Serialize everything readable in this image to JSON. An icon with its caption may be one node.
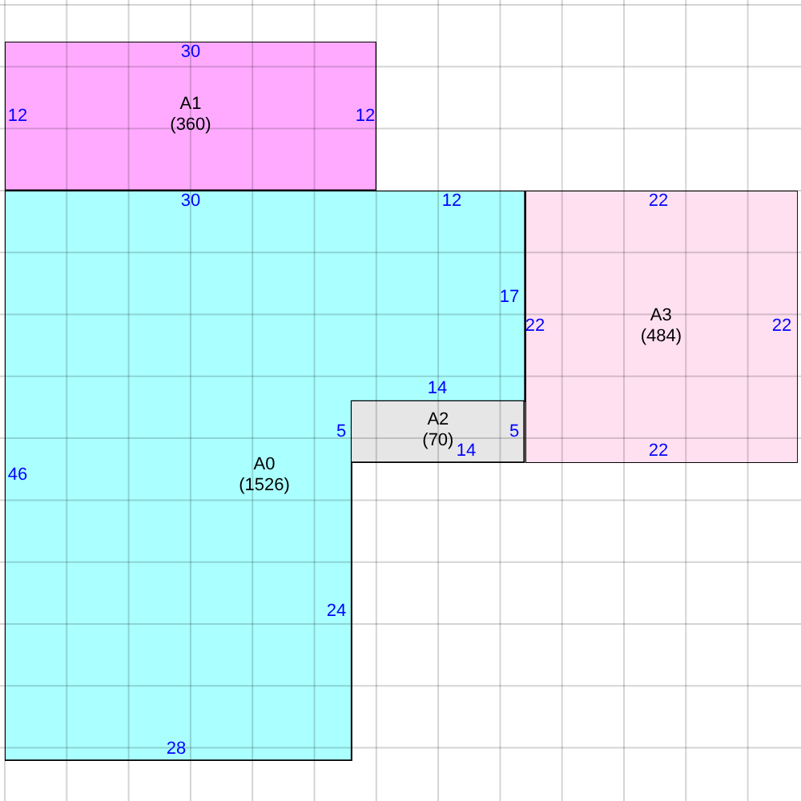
{
  "diagram": {
    "nodes": [
      {
        "text": [
          "A1",
          "(360)"
        ]
      },
      {
        "text": [
          "A0",
          "(1526)"
        ]
      },
      {
        "text": [
          "A3",
          "(484)"
        ]
      },
      {
        "text": [
          "A2",
          "(70)"
        ]
      }
    ],
    "labels": [
      "30",
      "12",
      "12",
      "30",
      "12",
      "22",
      "17",
      "22",
      "22",
      "14",
      "5",
      "5",
      "14",
      "22",
      "46",
      "24",
      "28"
    ]
  }
}
